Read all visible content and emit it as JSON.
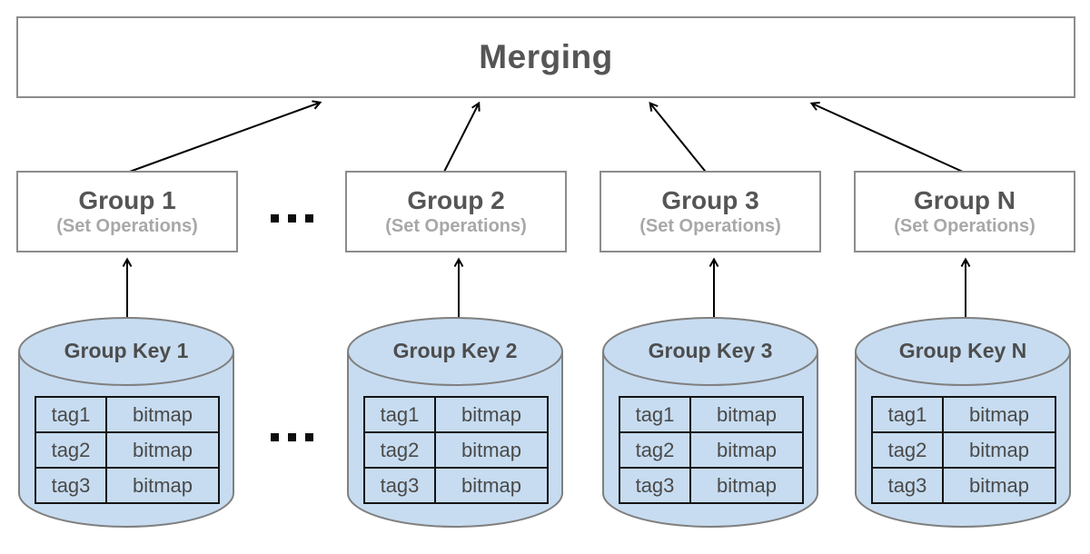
{
  "merging": {
    "label": "Merging"
  },
  "groups": [
    {
      "title": "Group 1",
      "subtitle": "(Set Operations)"
    },
    {
      "title": "Group 2",
      "subtitle": "(Set Operations)"
    },
    {
      "title": "Group 3",
      "subtitle": "(Set Operations)"
    },
    {
      "title": "Group N",
      "subtitle": "(Set Operations)"
    }
  ],
  "stores": [
    {
      "title": "Group Key 1",
      "rows": [
        {
          "tag": "tag1",
          "value": "bitmap"
        },
        {
          "tag": "tag2",
          "value": "bitmap"
        },
        {
          "tag": "tag3",
          "value": "bitmap"
        }
      ]
    },
    {
      "title": "Group Key 2",
      "rows": [
        {
          "tag": "tag1",
          "value": "bitmap"
        },
        {
          "tag": "tag2",
          "value": "bitmap"
        },
        {
          "tag": "tag3",
          "value": "bitmap"
        }
      ]
    },
    {
      "title": "Group Key 3",
      "rows": [
        {
          "tag": "tag1",
          "value": "bitmap"
        },
        {
          "tag": "tag2",
          "value": "bitmap"
        },
        {
          "tag": "tag3",
          "value": "bitmap"
        }
      ]
    },
    {
      "title": "Group Key N",
      "rows": [
        {
          "tag": "tag1",
          "value": "bitmap"
        },
        {
          "tag": "tag2",
          "value": "bitmap"
        },
        {
          "tag": "tag3",
          "value": "bitmap"
        }
      ]
    }
  ],
  "ellipsis": "...",
  "colors": {
    "cylinder_fill": "#c7dcf0",
    "cylinder_stroke": "#7f7f7f",
    "box_border": "#8c8c8c",
    "box_fill": "#ffffff",
    "heading_text": "#555555",
    "subtitle_text": "#a8a8a8",
    "table_text": "#4a4a4a",
    "table_border": "#141414",
    "arrow_color": "#000000",
    "dot_color": "#0c0c0c"
  }
}
